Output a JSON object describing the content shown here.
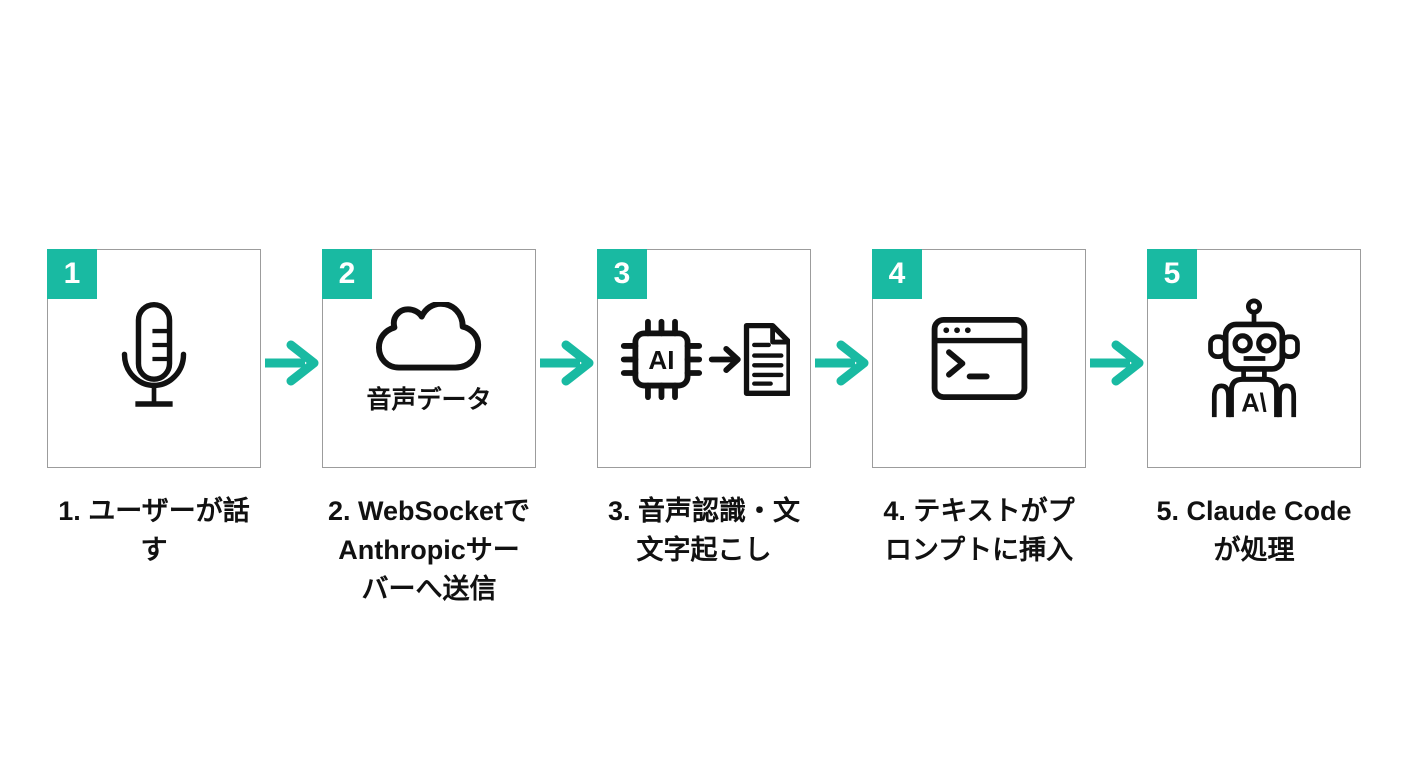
{
  "diagram": {
    "background_color": "#ffffff",
    "accent_color": "#19baa2",
    "box_border_color": "#9c9c9c",
    "icon_color": "#111111",
    "badge_text_color": "#ffffff",
    "steps": [
      {
        "number": "1",
        "icon": "microphone-icon",
        "caption": "1. ユーザーが話\nす"
      },
      {
        "number": "2",
        "icon": "cloud-icon",
        "box_label": "音声データ",
        "caption": "2. WebSocketで\nAnthropicサー\nバーへ送信"
      },
      {
        "number": "3",
        "icon": "ai-chip-to-document-icon",
        "chip_label": "AI",
        "caption": "3. 音声認識・文\n文字起こし"
      },
      {
        "number": "4",
        "icon": "terminal-window-icon",
        "caption": "4. テキストがプ\nロンプトに挿入"
      },
      {
        "number": "5",
        "icon": "robot-icon",
        "chest_label": "A\\",
        "caption": "5. Claude Code\nが処理"
      }
    ]
  }
}
